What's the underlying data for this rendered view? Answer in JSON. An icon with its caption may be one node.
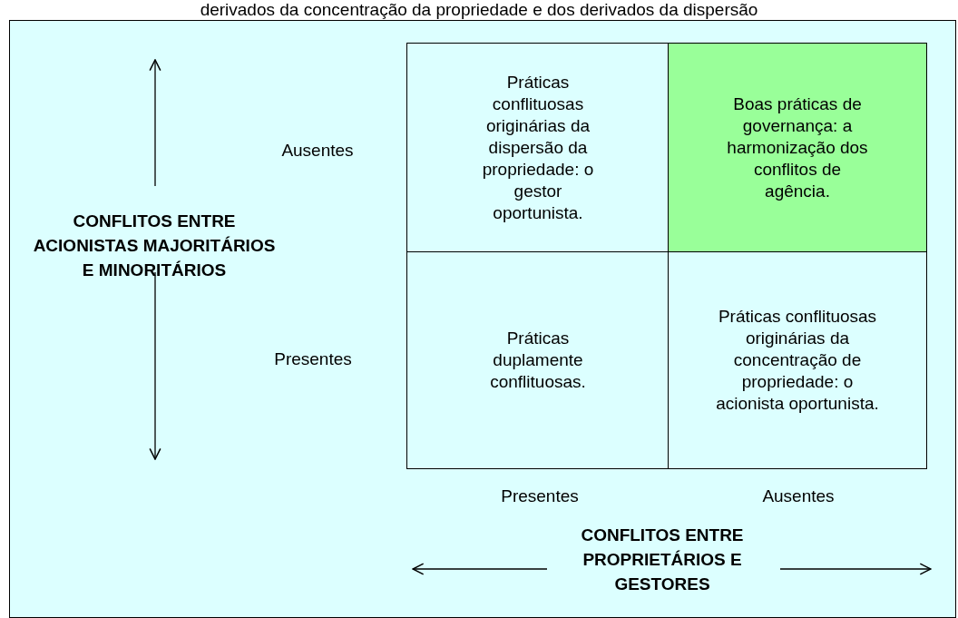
{
  "diagram": {
    "title": "derivados da concentração da propriedade e dos derivados da dispersão",
    "nodes": [
      {
        "text": [
          "Práticas conflituosas originárias da dispersão da propriedade: o gestor oportunista."
        ]
      },
      {
        "text": [
          "Boas práticas de governança: a harmonização dos conflitos de agência."
        ]
      },
      {
        "text": [
          "Práticas duplamente conflituosas."
        ]
      },
      {
        "text": [
          "Práticas conflituosas originárias da concentração de propriedade: o acionista oportunista."
        ]
      }
    ],
    "edges": [],
    "labels": [
      "Ausentes",
      "CONFLITOS ENTRE ACIONISTAS MAJORITÁRIOS E MINORITÁRIOS",
      "Presentes",
      "Presentes",
      "Ausentes",
      "CONFLITOS ENTRE PROPRIETÁRIOS E GESTORES"
    ]
  }
}
